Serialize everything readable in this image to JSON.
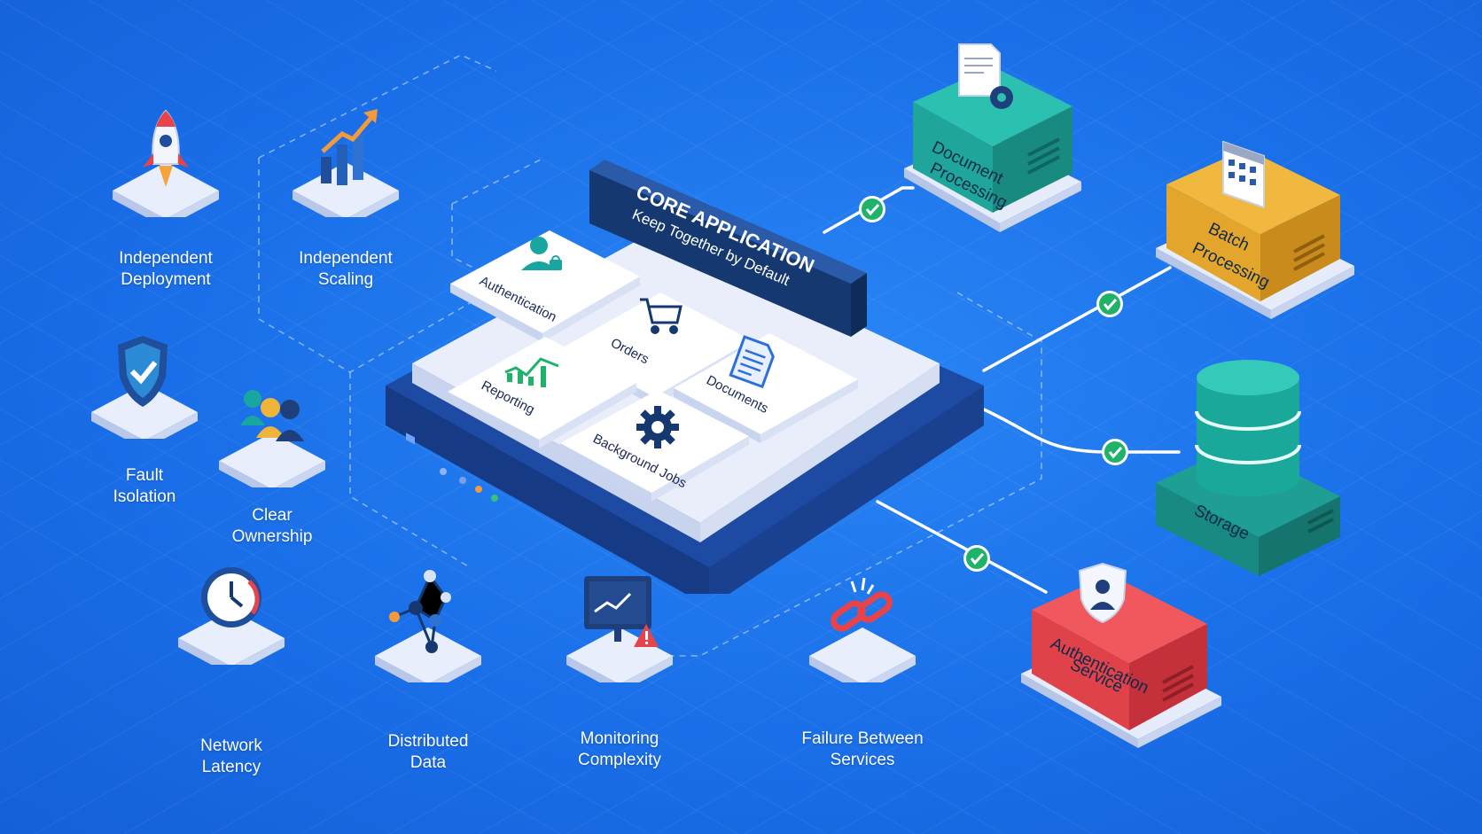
{
  "core": {
    "title": "CORE APPLICATION",
    "subtitle": "Keep Together by Default",
    "modules": [
      {
        "label": "Authentication",
        "icon": "user-lock-icon"
      },
      {
        "label": "Orders",
        "icon": "shopping-cart-icon"
      },
      {
        "label": "Reporting",
        "icon": "bar-chart-icon"
      },
      {
        "label": "Documents",
        "icon": "document-icon"
      },
      {
        "label": "Background Jobs",
        "icon": "gear-icon"
      }
    ]
  },
  "features": [
    {
      "line1": "Independent",
      "line2": "Deployment",
      "icon": "rocket-icon"
    },
    {
      "line1": "Independent",
      "line2": "Scaling",
      "icon": "growth-chart-icon"
    },
    {
      "line1": "Fault",
      "line2": "Isolation",
      "icon": "shield-check-icon"
    },
    {
      "line1": "Clear",
      "line2": "Ownership",
      "icon": "team-icon"
    },
    {
      "line1": "Network",
      "line2": "Latency",
      "icon": "clock-icon"
    },
    {
      "line1": "Distributed",
      "line2": "Data",
      "icon": "network-nodes-icon"
    },
    {
      "line1": "Monitoring",
      "line2": "Complexity",
      "icon": "monitor-warning-icon"
    },
    {
      "line1": "Failure Between",
      "line2": "Services",
      "icon": "broken-link-icon"
    }
  ],
  "services": [
    {
      "line1": "Document",
      "line2": "Processing",
      "color": "#1fa59a",
      "icon": "document-gear-icon"
    },
    {
      "line1": "Batch",
      "line2": "Processing",
      "color": "#e3a52b",
      "icon": "calendar-icon"
    },
    {
      "line1": "Storage",
      "line2": "",
      "color": "#1f9e94",
      "icon": "database-icon"
    },
    {
      "line1": "Authentication",
      "line2": "Service",
      "color": "#e0424a",
      "icon": "shield-user-icon"
    }
  ],
  "colors": {
    "background": "#1a6fe8",
    "core_header": "#14386f",
    "check": "#1fb36a"
  }
}
